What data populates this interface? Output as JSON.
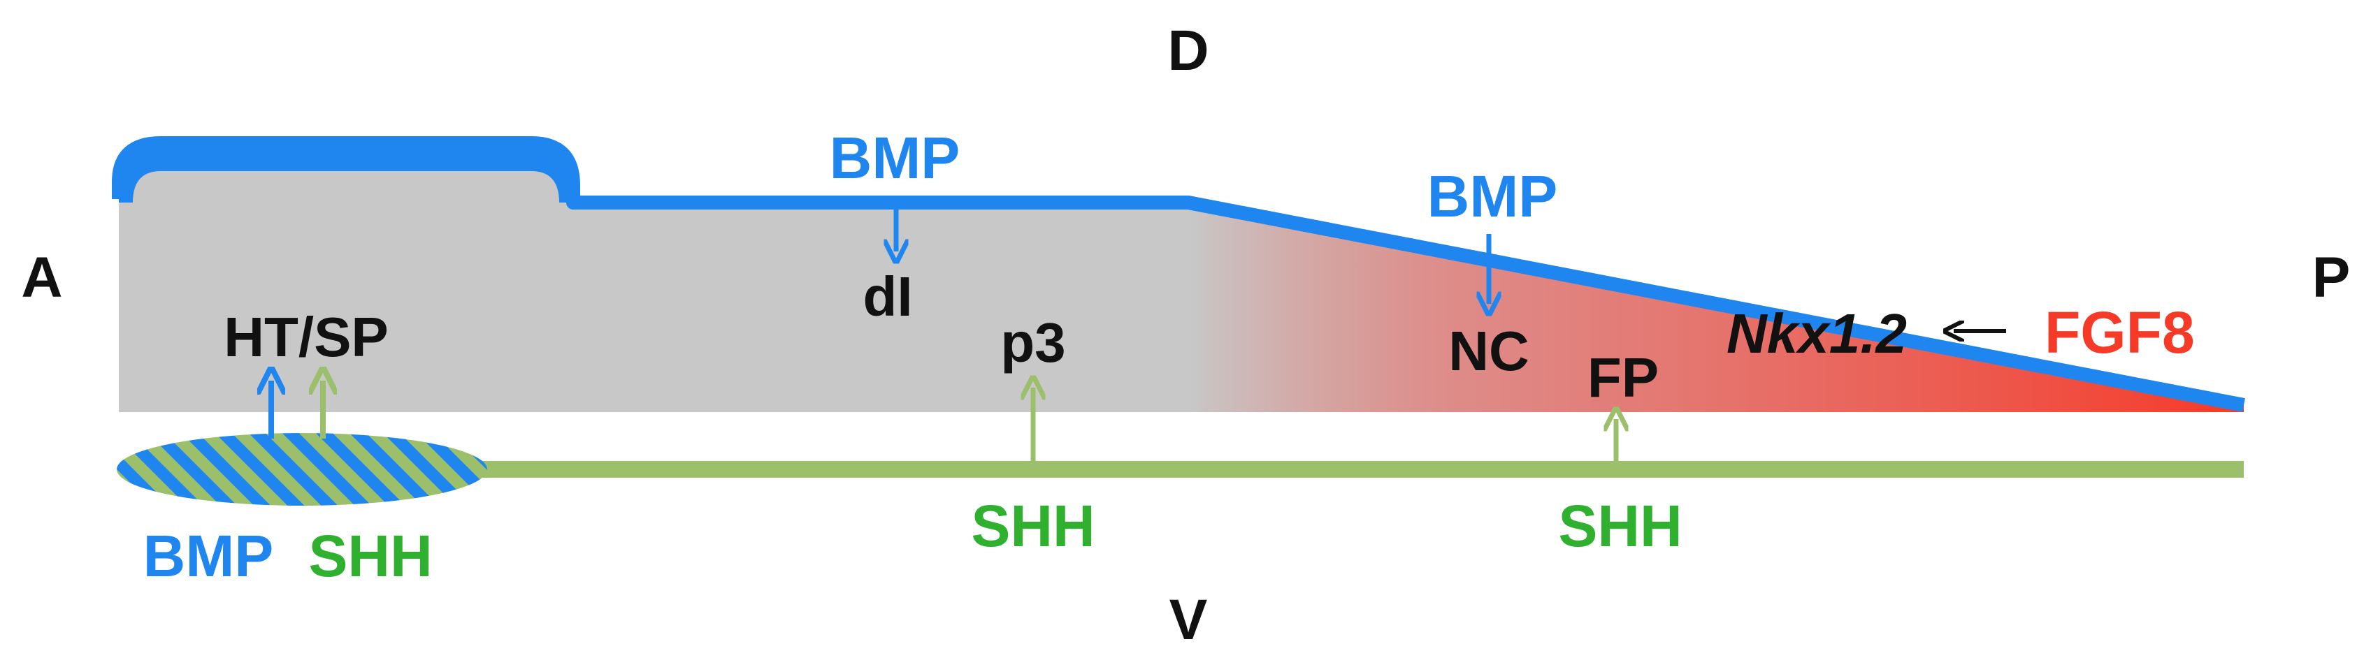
{
  "axes": {
    "dorsal": "D",
    "ventral": "V",
    "anterior": "A",
    "posterior": "P"
  },
  "regions": {
    "ht_sp": "HT/SP",
    "di": "dI",
    "p3": "p3",
    "nc": "NC",
    "fp": "FP"
  },
  "signals": {
    "bmp_dorsal_mid": "BMP",
    "bmp_dorsal_posterior": "BMP",
    "bmp_ventral": "BMP",
    "shh_ventral_anterior": "SHH",
    "shh_mid": "SHH",
    "shh_posterior": "SHH",
    "nkx": "Nkx1.2",
    "fgf8": "FGF8"
  },
  "colors": {
    "tissue_gray": "#c8c8c8",
    "bmp_blue": "#1f86f0",
    "shh_green": "#9bbf6a",
    "shh_text_green": "#2fb02f",
    "fgf_red": "#f53a28",
    "black": "#111111"
  }
}
